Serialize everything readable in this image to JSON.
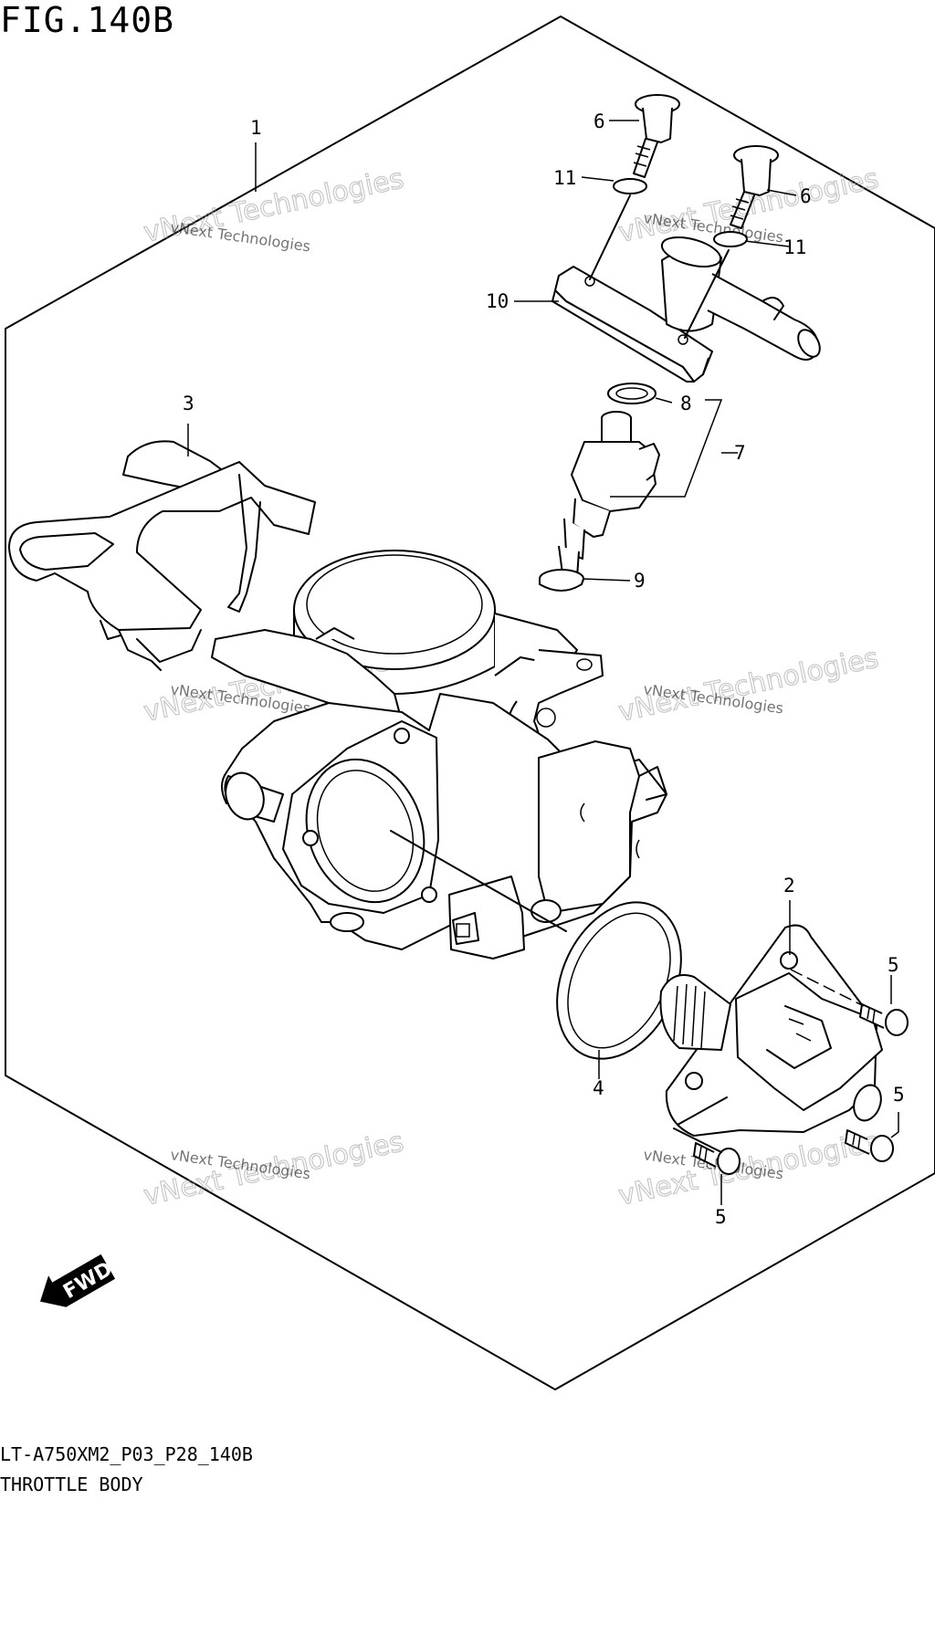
{
  "figure": {
    "title": "FIG.140B",
    "code": "LT-A750XM2_P03_P28_140B",
    "name": "THROTTLE BODY"
  },
  "callouts": {
    "c1": "1",
    "c2": "2",
    "c3": "3",
    "c4": "4",
    "c5a": "5",
    "c5b": "5",
    "c5c": "5",
    "c6a": "6",
    "c6b": "6",
    "c7": "7",
    "c8": "8",
    "c9": "9",
    "c10": "10",
    "c11a": "11",
    "c11b": "11"
  },
  "watermark": {
    "line1": "vNext Technologies",
    "line2": "vNext Technologies"
  },
  "fwd_label": "FWD"
}
